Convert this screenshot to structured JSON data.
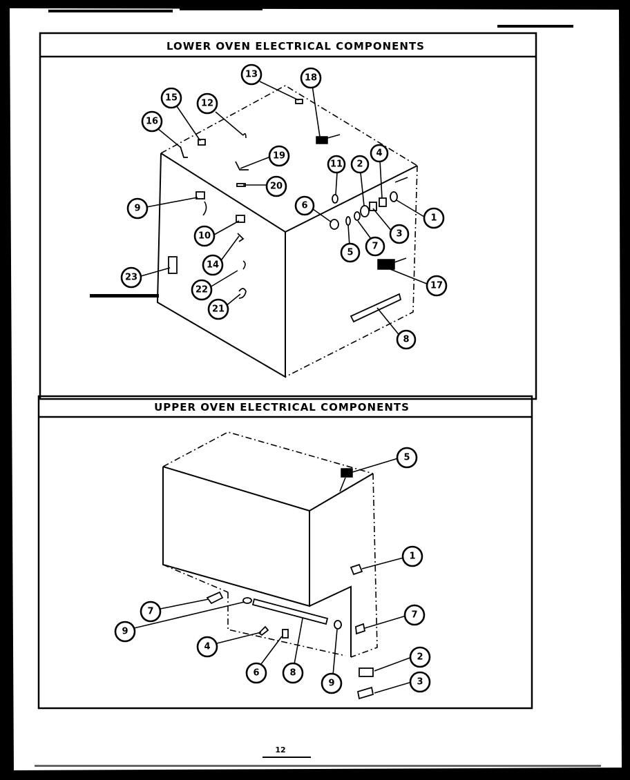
{
  "lower_panel": {
    "title": "LOWER OVEN ELECTRICAL COMPONENTS",
    "callouts": [
      "1",
      "2",
      "3",
      "4",
      "5",
      "6",
      "7",
      "8",
      "9",
      "10",
      "11",
      "12",
      "13",
      "14",
      "15",
      "16",
      "17",
      "18",
      "19",
      "20",
      "21",
      "22",
      "23"
    ]
  },
  "upper_panel": {
    "title": "UPPER OVEN ELECTRICAL COMPONENTS",
    "callouts": [
      "1",
      "2",
      "3",
      "4",
      "5",
      "6",
      "7",
      "7",
      "8",
      "9",
      "9"
    ]
  },
  "page_number": "12"
}
